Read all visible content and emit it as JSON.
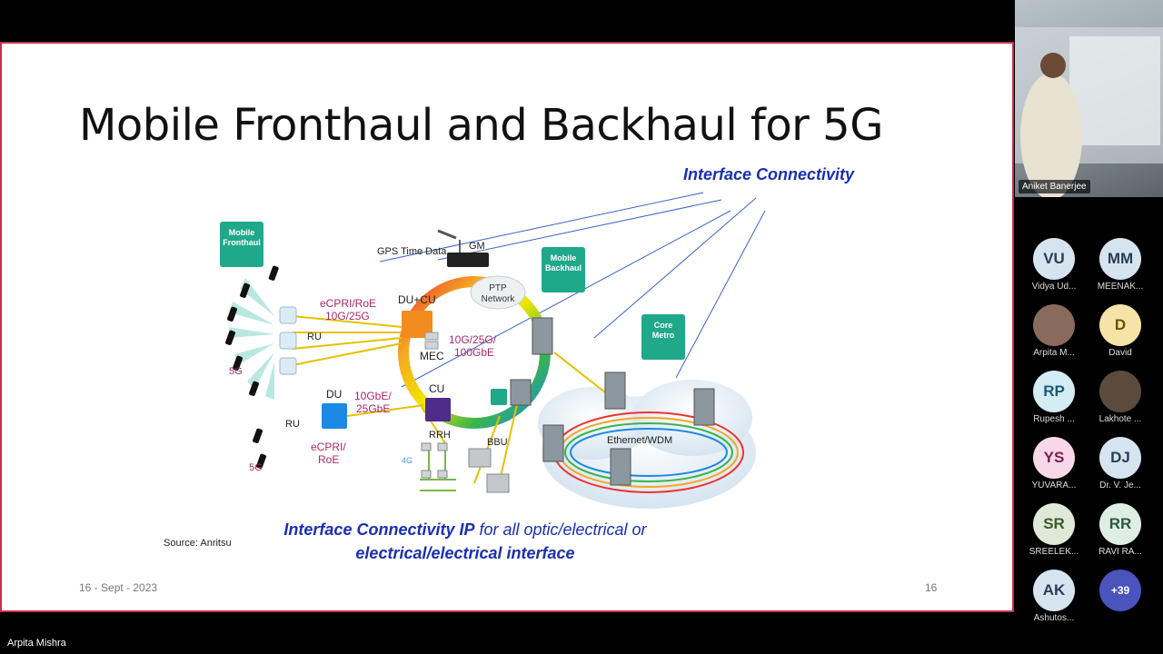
{
  "slide": {
    "title": "Mobile Fronthaul and Backhaul for 5G",
    "interface_heading": "Interface Connectivity",
    "source": "Source: Anritsu",
    "caption_line1_bold": "Interface Connectivity IP",
    "caption_line1_rest": " for all optic/electrical or",
    "caption_line2": "electrical/electrical interface",
    "date": "16 - Sept - 2023",
    "page_number": "16"
  },
  "diagram": {
    "mobile_fronthaul": [
      "Mobile",
      "Fronthaul"
    ],
    "mobile_backhaul": [
      "Mobile",
      "Backhaul"
    ],
    "core_metro": [
      "Core",
      "Metro"
    ],
    "gps_time_data": "GPS Time Data",
    "gm": "GM",
    "ptp_network": [
      "PTP",
      "Network"
    ],
    "du_cu": "DU+CU",
    "mec": "MEC",
    "cpri_fronthaul": [
      "eCPRI/RoE",
      "10G/25G"
    ],
    "ring_speed": [
      "10G/25G/",
      "100GbE"
    ],
    "ru_top": "RU",
    "five_g_top": "5G",
    "du": "DU",
    "du_link": [
      "10GbE/",
      "25GbE"
    ],
    "cu": "CU",
    "ru_bottom": "RU",
    "five_g_bottom": "5G",
    "cpri_bottom": [
      "eCPRI/",
      "RoE"
    ],
    "rrh": "RRH",
    "bbu": "BBU",
    "four_g": "4G",
    "ethernet_wdm": "Ethernet/WDM"
  },
  "presenter": {
    "name": "Aniket Banerjee"
  },
  "participants": [
    {
      "initials": "VU",
      "name": "Vidya Ud...",
      "color": "#d6e4f0",
      "text": "#2a3f55"
    },
    {
      "initials": "MM",
      "name": "MEENAK...",
      "color": "#d6e4f0",
      "text": "#2a3f55"
    },
    {
      "initials": "",
      "name": "Arpita M...",
      "color": "#8a6a5c",
      "text": "#fff"
    },
    {
      "initials": "D",
      "name": "David",
      "color": "#f6e3a8",
      "text": "#6b5200"
    },
    {
      "initials": "RP",
      "name": "Rupesh ...",
      "color": "#d4ecf4",
      "text": "#1f5a70"
    },
    {
      "initials": "",
      "name": "Lakhote ...",
      "color": "#5a4b3e",
      "text": "#fff"
    },
    {
      "initials": "YS",
      "name": "YUVARA...",
      "color": "#f7d7e8",
      "text": "#7a1f52"
    },
    {
      "initials": "DJ",
      "name": "Dr. V. Je...",
      "color": "#d6e4f0",
      "text": "#2a3f55"
    },
    {
      "initials": "SR",
      "name": "SREELEK...",
      "color": "#dfe9d8",
      "text": "#3a5a2b"
    },
    {
      "initials": "RR",
      "name": "RAVI RA...",
      "color": "#dfeee4",
      "text": "#2d5a3c"
    },
    {
      "initials": "AK",
      "name": "Ashutos...",
      "color": "#d6e4f0",
      "text": "#2a3f55"
    },
    {
      "initials": "+39",
      "name": "",
      "color": "#4b53bc",
      "text": "#fff"
    }
  ],
  "local_user": "Arpita Mishra"
}
